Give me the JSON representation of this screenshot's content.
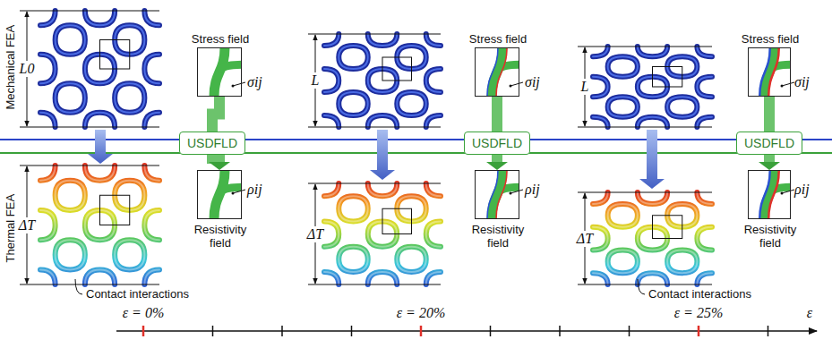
{
  "diagram": {
    "nodes": [
      {
        "text": [
          "Stress field"
        ]
      },
      {
        "text": [
          "USDFLD"
        ]
      },
      {
        "text": [
          "Resistivity field"
        ]
      },
      {
        "text": [
          "Stress field"
        ]
      },
      {
        "text": [
          "USDFLD"
        ]
      },
      {
        "text": [
          "Resistivity field"
        ]
      },
      {
        "text": [
          "Stress field"
        ]
      },
      {
        "text": [
          "USDFLD"
        ]
      },
      {
        "text": [
          "Resistivity field"
        ]
      }
    ],
    "edges": [
      {
        "from": 0,
        "to": 1,
        "arrow": "none"
      },
      {
        "from": 1,
        "to": 2,
        "arrow": "to"
      },
      {
        "from": 3,
        "to": 4,
        "arrow": "none"
      },
      {
        "from": 4,
        "to": 5,
        "arrow": "to"
      },
      {
        "from": 6,
        "to": 7,
        "arrow": "none"
      },
      {
        "from": 7,
        "to": 8,
        "arrow": "to"
      }
    ],
    "labels": [
      "Mechanical FEA",
      "Thermal FEA",
      "L0",
      "σij",
      "ΔT",
      "ρij",
      "Contact interactions",
      "L",
      "σij",
      "ΔT",
      "ρij",
      "L",
      "σij",
      "ΔT",
      "ρij",
      "Contact interactions",
      "ε = 0%",
      "ε = 20%",
      "ε = 25%",
      "ε"
    ]
  }
}
